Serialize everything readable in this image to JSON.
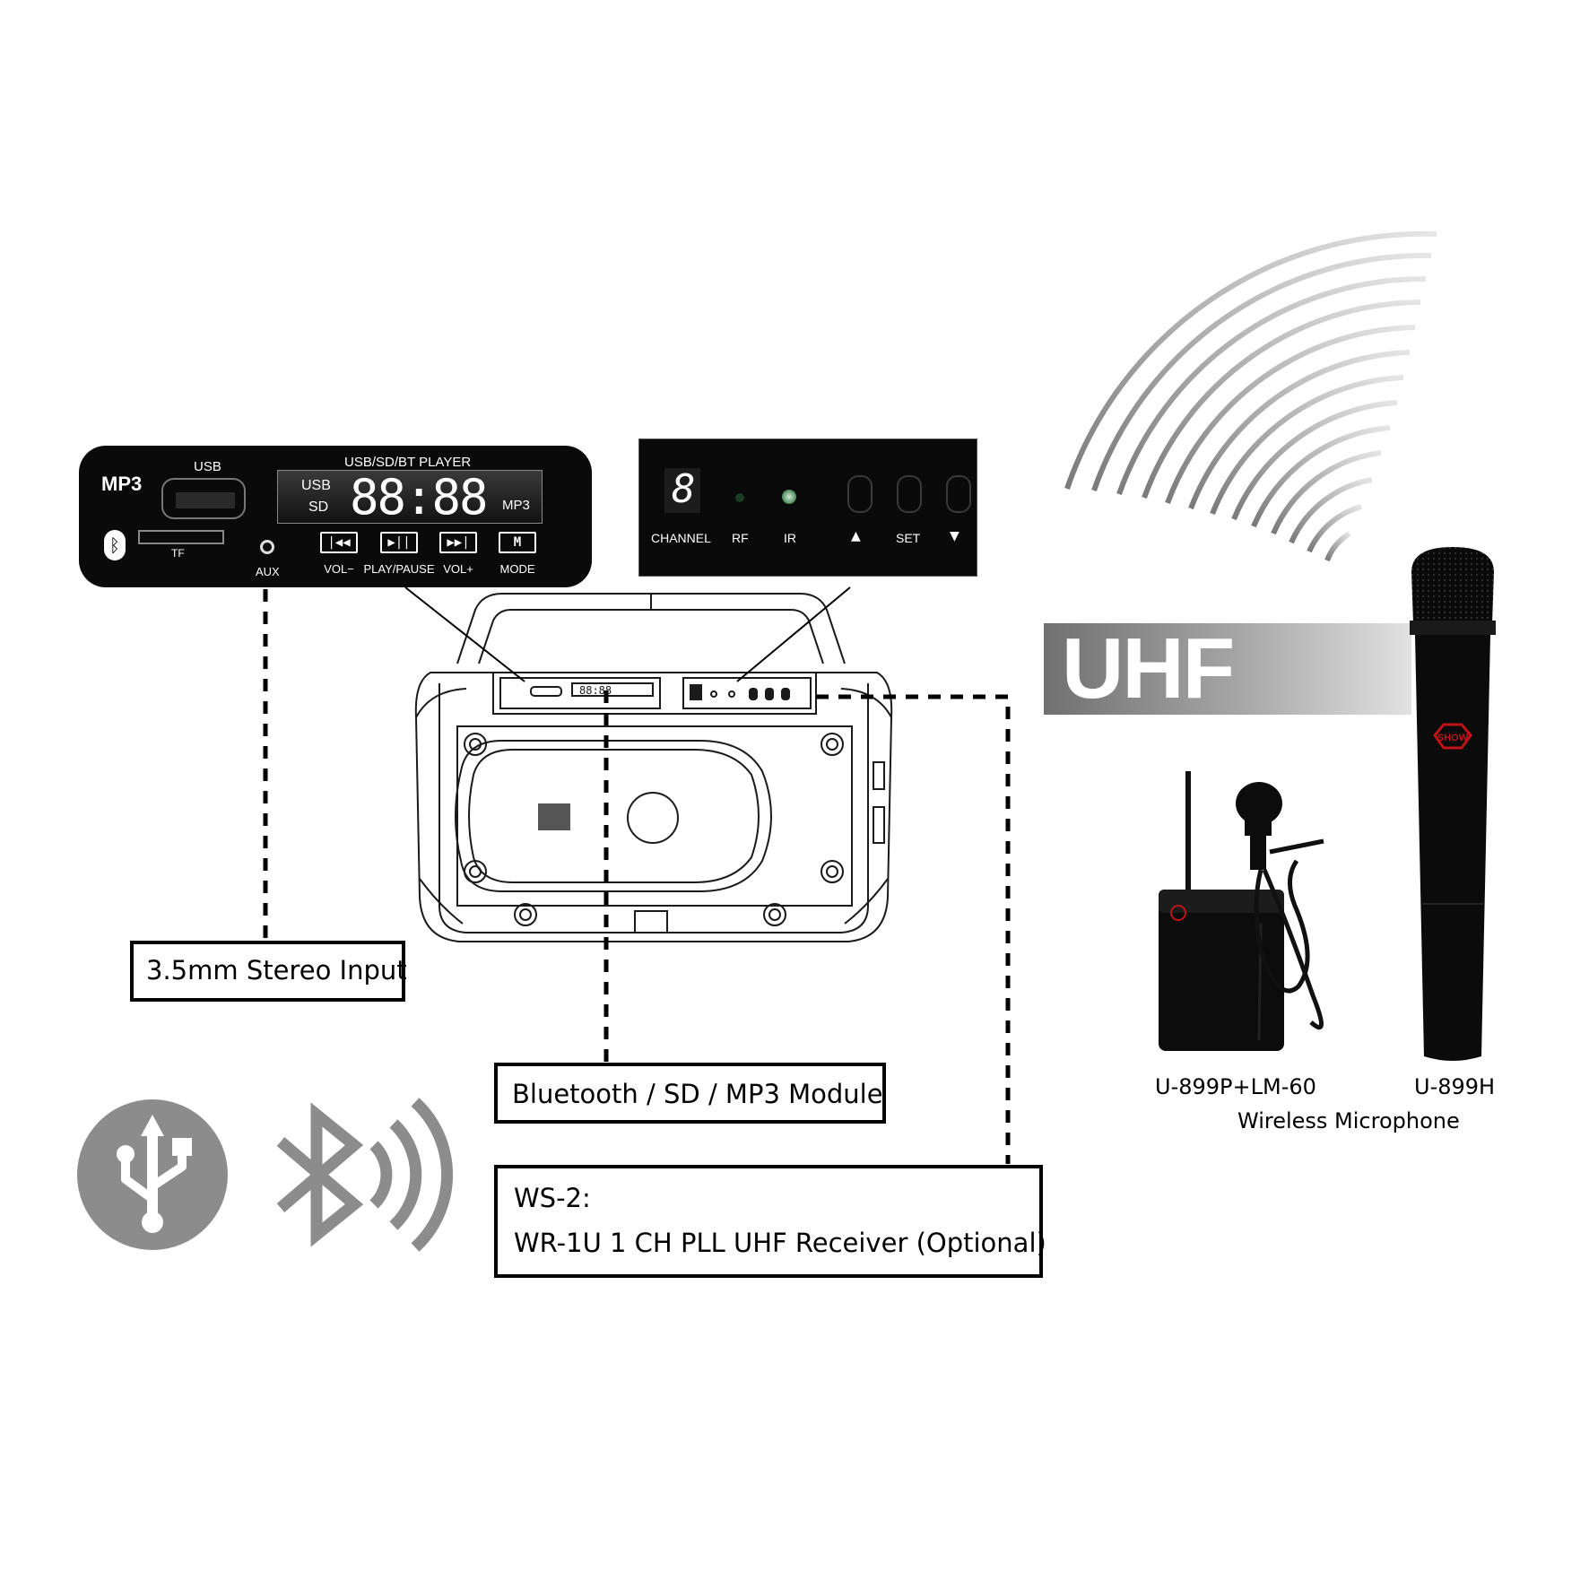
{
  "mp3_panel": {
    "mp3_label": "MP3",
    "usb_label": "USB",
    "title": "USB/SD/BT PLAYER",
    "display_usb": "USB",
    "display_sd": "SD",
    "display_digits": "88:88",
    "display_mp3": "MP3",
    "tf_label": "TF",
    "aux_label": "AUX",
    "buttons": [
      {
        "glyph": "|◀◀",
        "caption": "VOL−"
      },
      {
        "glyph": "▶||",
        "caption": "PLAY/PAUSE"
      },
      {
        "glyph": "▶▶|",
        "caption": "VOL+"
      },
      {
        "glyph": "M",
        "caption": "MODE"
      }
    ]
  },
  "receiver_panel": {
    "channel_digit": "8",
    "channel_label": "CHANNEL",
    "rf_label": "RF",
    "ir_label": "IR",
    "set_label": "SET"
  },
  "uhf_banner": {
    "text": "UHF"
  },
  "callouts": {
    "stereo_input": "3.5mm Stereo Input",
    "bt_module": "Bluetooth / SD / MP3 Module",
    "ws2_line1": "WS-2:",
    "ws2_line2": "WR-1U 1 CH PLL UHF Receiver (Optional)"
  },
  "microphones": {
    "bodypack_model": "U-899P+LM-60",
    "handheld_model": "U-899H",
    "caption": "Wireless Microphone",
    "brand": "SHOW"
  },
  "colors": {
    "panel": "#0a0a0a",
    "icon_gray": "#8c8c8c",
    "brand_red": "#c0121a"
  }
}
